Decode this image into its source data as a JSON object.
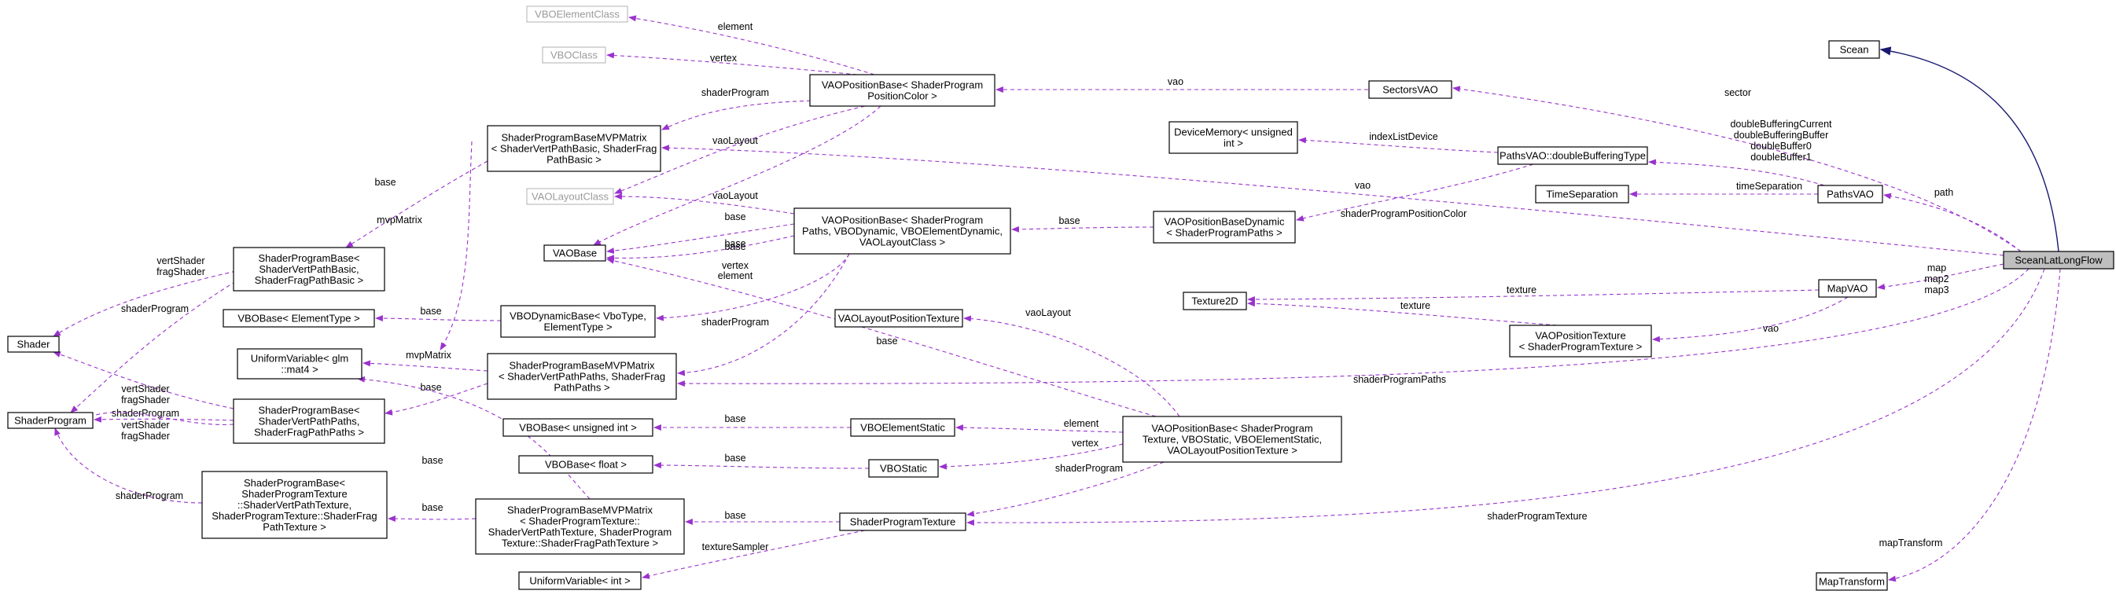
{
  "nodes": [
    {
      "id": "VBOElementClass",
      "lines": [
        "VBOElementClass"
      ],
      "gray": true
    },
    {
      "id": "VBOClass",
      "lines": [
        "VBOClass"
      ],
      "gray": true
    },
    {
      "id": "VAOLayoutClass",
      "lines": [
        "VAOLayoutClass"
      ],
      "gray": true
    },
    {
      "id": "VAOBase",
      "lines": [
        "VAOBase"
      ]
    },
    {
      "id": "VAOPositionBaseColor",
      "lines": [
        "VAOPositionBase< ShaderProgram",
        "PositionColor >"
      ]
    },
    {
      "id": "SPBaseMVPBasic",
      "lines": [
        "ShaderProgramBaseMVPMatrix",
        "< ShaderVertPathBasic, ShaderFrag",
        "PathBasic >"
      ]
    },
    {
      "id": "SPBaseBasic",
      "lines": [
        "ShaderProgramBase<",
        "ShaderVertPathBasic,",
        "ShaderFragPathBasic >"
      ]
    },
    {
      "id": "Shader",
      "lines": [
        "Shader"
      ]
    },
    {
      "id": "ShaderProgram",
      "lines": [
        "ShaderProgram"
      ]
    },
    {
      "id": "VBOBaseElementType",
      "lines": [
        "VBOBase< ElementType >"
      ]
    },
    {
      "id": "UniformMat4",
      "lines": [
        "UniformVariable< glm",
        "::mat4 >"
      ]
    },
    {
      "id": "SPBasePaths",
      "lines": [
        "ShaderProgramBase<",
        "ShaderVertPathPaths,",
        "ShaderFragPathPaths >"
      ]
    },
    {
      "id": "SPBaseTexture",
      "lines": [
        "ShaderProgramBase<",
        "ShaderProgramTexture",
        "::ShaderVertPathTexture,",
        "ShaderProgramTexture::ShaderFrag",
        "PathTexture >"
      ]
    },
    {
      "id": "VBODynamicBase",
      "lines": [
        "VBODynamicBase< VboType,",
        "ElementType >"
      ]
    },
    {
      "id": "VAOPositionBasePaths",
      "lines": [
        "VAOPositionBase< ShaderProgram",
        "Paths, VBODynamic, VBOElementDynamic,",
        "VAOLayoutClass >"
      ]
    },
    {
      "id": "SPBaseMVPPaths",
      "lines": [
        "ShaderProgramBaseMVPMatrix",
        "< ShaderVertPathPaths, ShaderFrag",
        "PathPaths >"
      ]
    },
    {
      "id": "VBOBaseUInt",
      "lines": [
        "VBOBase< unsigned int >"
      ]
    },
    {
      "id": "VBOBaseFloat",
      "lines": [
        "VBOBase< float >"
      ]
    },
    {
      "id": "SPBaseMVPTexture",
      "lines": [
        "ShaderProgramBaseMVPMatrix",
        "< ShaderProgramTexture::",
        "ShaderVertPathTexture, ShaderProgram",
        "Texture::ShaderFragPathTexture >"
      ]
    },
    {
      "id": "UniformInt",
      "lines": [
        "UniformVariable< int >"
      ]
    },
    {
      "id": "VBOElementStatic",
      "lines": [
        "VBOElementStatic"
      ]
    },
    {
      "id": "VBOStatic",
      "lines": [
        "VBOStatic"
      ]
    },
    {
      "id": "ShaderProgramTexture",
      "lines": [
        "ShaderProgramTexture"
      ]
    },
    {
      "id": "VAOLayoutPositionTexture",
      "lines": [
        "VAOLayoutPositionTexture"
      ]
    },
    {
      "id": "VAOPositionBaseTexture",
      "lines": [
        "VAOPositionBase< ShaderProgram",
        "Texture, VBOStatic, VBOElementStatic,",
        "VAOLayoutPositionTexture >"
      ]
    },
    {
      "id": "DeviceMemory",
      "lines": [
        "DeviceMemory< unsigned",
        "int >"
      ]
    },
    {
      "id": "VAOPositionBaseDynamic",
      "lines": [
        "VAOPositionBaseDynamic",
        "< ShaderProgramPaths >"
      ]
    },
    {
      "id": "Texture2D",
      "lines": [
        "Texture2D"
      ]
    },
    {
      "id": "SectorsVAO",
      "lines": [
        "SectorsVAO"
      ]
    },
    {
      "id": "DoubleBufferingType",
      "lines": [
        "PathsVAO::doubleBufferingType"
      ]
    },
    {
      "id": "TimeSeparation",
      "lines": [
        "TimeSeparation"
      ]
    },
    {
      "id": "VAOPositionTexture",
      "lines": [
        "VAOPositionTexture",
        "< ShaderProgramTexture >"
      ]
    },
    {
      "id": "Scean",
      "lines": [
        "Scean"
      ]
    },
    {
      "id": "PathsVAO",
      "lines": [
        "PathsVAO"
      ]
    },
    {
      "id": "MapVAO",
      "lines": [
        "MapVAO"
      ]
    },
    {
      "id": "SceanLatLongFlow",
      "lines": [
        "SceanLatLongFlow"
      ],
      "focus": true
    },
    {
      "id": "MapTransform",
      "lines": [
        "MapTransform"
      ]
    }
  ],
  "edges": [
    {
      "id": "e-element-1",
      "lines": [
        "element"
      ]
    },
    {
      "id": "e-vertex-1",
      "lines": [
        "vertex"
      ]
    },
    {
      "id": "e-shaderProgram-1",
      "lines": [
        "shaderProgram"
      ]
    },
    {
      "id": "e-vaoLayout-1",
      "lines": [
        "vaoLayout"
      ]
    },
    {
      "id": "e-base-1",
      "lines": [
        "base"
      ]
    },
    {
      "id": "e-vao-1",
      "lines": [
        "vao"
      ]
    },
    {
      "id": "e-sector",
      "lines": [
        "sector"
      ]
    },
    {
      "id": "e-base-2",
      "lines": [
        "base"
      ]
    },
    {
      "id": "e-mvpMatrix-1",
      "lines": [
        "mvpMatrix"
      ]
    },
    {
      "id": "e-vertShader-1",
      "lines": [
        "vertShader",
        "fragShader"
      ]
    },
    {
      "id": "e-shaderProgram-2",
      "lines": [
        "shaderProgram"
      ]
    },
    {
      "id": "e-vaoLayout-2",
      "lines": [
        "vaoLayout"
      ]
    },
    {
      "id": "e-base-3",
      "lines": [
        "base"
      ]
    },
    {
      "id": "e-vertex-element",
      "lines": [
        "vertex",
        "element"
      ]
    },
    {
      "id": "e-base-4",
      "lines": [
        "base"
      ]
    },
    {
      "id": "e-shaderProgram-3",
      "lines": [
        "shaderProgram"
      ]
    },
    {
      "id": "e-base-5",
      "lines": [
        "base"
      ]
    },
    {
      "id": "e-mvpMatrix-2",
      "lines": [
        "mvpMatrix"
      ]
    },
    {
      "id": "e-base-6",
      "lines": [
        "base"
      ]
    },
    {
      "id": "e-vertShader-2",
      "lines": [
        "vertShader",
        "fragShader"
      ]
    },
    {
      "id": "e-shaderProgram-4",
      "lines": [
        "shaderProgram"
      ]
    },
    {
      "id": "e-vertShader-3",
      "lines": [
        "vertShader",
        "fragShader"
      ]
    },
    {
      "id": "e-shaderProgram-5",
      "lines": [
        "shaderProgram"
      ]
    },
    {
      "id": "e-base-7",
      "lines": [
        "base"
      ]
    },
    {
      "id": "e-base-8",
      "lines": [
        "base"
      ]
    },
    {
      "id": "e-base-9",
      "lines": [
        "base"
      ]
    },
    {
      "id": "e-base-10",
      "lines": [
        "base"
      ]
    },
    {
      "id": "e-base-11",
      "lines": [
        "base"
      ]
    },
    {
      "id": "e-textureSampler",
      "lines": [
        "textureSampler"
      ]
    },
    {
      "id": "e-element-2",
      "lines": [
        "element"
      ]
    },
    {
      "id": "e-vertex-2",
      "lines": [
        "vertex"
      ]
    },
    {
      "id": "e-shaderProgram-6",
      "lines": [
        "shaderProgram"
      ]
    },
    {
      "id": "e-vaoLayout-3",
      "lines": [
        "vaoLayout"
      ]
    },
    {
      "id": "e-base-12",
      "lines": [
        "base"
      ]
    },
    {
      "id": "e-base-13",
      "lines": [
        "base"
      ]
    },
    {
      "id": "e-indexListDevice",
      "lines": [
        "indexListDevice"
      ]
    },
    {
      "id": "e-vao-2",
      "lines": [
        "vao"
      ]
    },
    {
      "id": "e-doubleBuffering",
      "lines": [
        "doubleBufferingCurrent",
        "doubleBufferingBuffer",
        "doubleBuffer0",
        "doubleBuffer1"
      ]
    },
    {
      "id": "e-timeSeparation",
      "lines": [
        "timeSeparation"
      ]
    },
    {
      "id": "e-path",
      "lines": [
        "path"
      ]
    },
    {
      "id": "e-shaderProgramPositionColor",
      "lines": [
        "shaderProgramPositionColor"
      ]
    },
    {
      "id": "e-texture-1",
      "lines": [
        "texture"
      ]
    },
    {
      "id": "e-texture-2",
      "lines": [
        "texture"
      ]
    },
    {
      "id": "e-vao-3",
      "lines": [
        "vao"
      ]
    },
    {
      "id": "e-map",
      "lines": [
        "map",
        "map2",
        "map3"
      ]
    },
    {
      "id": "e-shaderProgramPaths",
      "lines": [
        "shaderProgramPaths"
      ]
    },
    {
      "id": "e-shaderProgramTexture",
      "lines": [
        "shaderProgramTexture"
      ]
    },
    {
      "id": "e-mapTransform",
      "lines": [
        "mapTransform"
      ]
    },
    {
      "id": "e-inherit",
      "lines": []
    }
  ],
  "colors": {
    "usage_edge": "#9a32cd",
    "inheritance_edge": "#191970",
    "focus_fill": "#bfbfbf",
    "undocumented_stroke": "#bfbfbf"
  }
}
